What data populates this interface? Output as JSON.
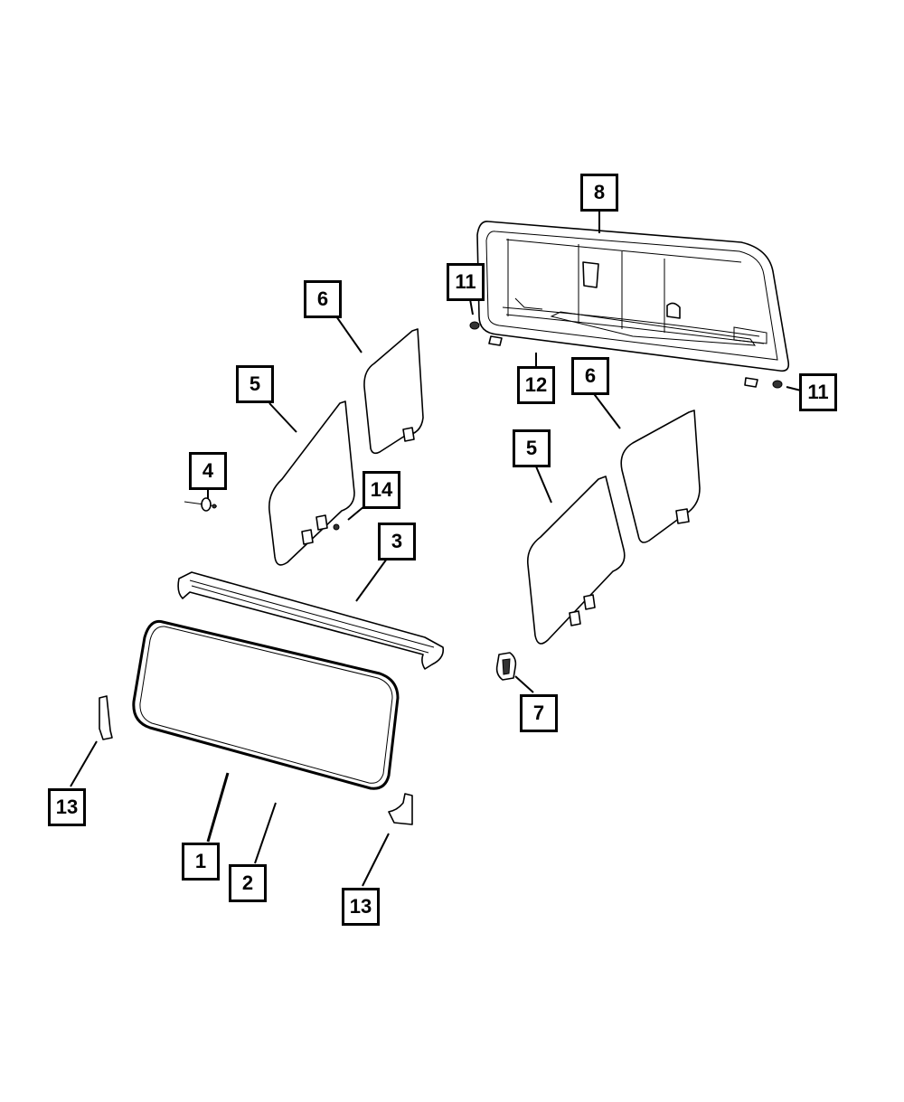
{
  "callouts": [
    {
      "id": "c8",
      "label": "8"
    },
    {
      "id": "c11a",
      "label": "11"
    },
    {
      "id": "c11b",
      "label": "11"
    },
    {
      "id": "c12",
      "label": "12"
    },
    {
      "id": "c6a",
      "label": "6"
    },
    {
      "id": "c6b",
      "label": "6"
    },
    {
      "id": "c5a",
      "label": "5"
    },
    {
      "id": "c5b",
      "label": "5"
    },
    {
      "id": "c4",
      "label": "4"
    },
    {
      "id": "c14",
      "label": "14"
    },
    {
      "id": "c3",
      "label": "3"
    },
    {
      "id": "c7",
      "label": "7"
    },
    {
      "id": "c13a",
      "label": "13"
    },
    {
      "id": "c13b",
      "label": "13"
    },
    {
      "id": "c1",
      "label": "1"
    },
    {
      "id": "c2",
      "label": "2"
    }
  ]
}
